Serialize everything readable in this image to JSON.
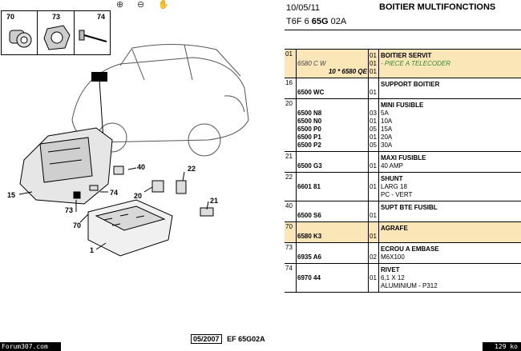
{
  "toolbar": {
    "zoom_in_icon": "magnifier-plus-icon",
    "zoom_out_icon": "magnifier-minus-icon",
    "pan_icon": "pan-hand-icon"
  },
  "inset": {
    "labels": [
      "70",
      "73",
      "74"
    ]
  },
  "callouts": [
    {
      "id": "c40",
      "text": "40"
    },
    {
      "id": "c22",
      "text": "22"
    },
    {
      "id": "c20",
      "text": "20"
    },
    {
      "id": "c15",
      "text": "15"
    },
    {
      "id": "c74",
      "text": "74"
    },
    {
      "id": "c73",
      "text": "73"
    },
    {
      "id": "c70",
      "text": "70"
    },
    {
      "id": "c21",
      "text": "21"
    },
    {
      "id": "c1",
      "text": "1"
    }
  ],
  "footer": {
    "forum": "Forum307.com",
    "date": "05/2007",
    "code": "EF 65G02A",
    "size": "129 ko"
  },
  "header": {
    "date": "10/05/11",
    "title": "BOITIER MULTIFONCTIONS",
    "ref_prefix": "T6F 6",
    "ref_bold": "65G",
    "ref_suffix": "02A"
  },
  "rows": [
    {
      "num": "01",
      "hl": true,
      "lines": [
        {
          "ref": "",
          "qty": "01",
          "desc": "BOITIER SERVIT",
          "style": "b"
        },
        {
          "ref": "6580 C W",
          "refstyle": "it",
          "qty": "01",
          "desc": "- PIECE A TELECODER",
          "style": "g"
        },
        {
          "ref": "10 * 6580 QE",
          "refstyle": "r",
          "qty": "01",
          "desc": "",
          "style": ""
        }
      ]
    },
    {
      "num": "16",
      "hl": false,
      "lines": [
        {
          "ref": "",
          "qty": "",
          "desc": "SUPPORT BOITIER",
          "style": "b"
        },
        {
          "ref": "6500 WC",
          "qty": "01",
          "desc": "",
          "style": ""
        }
      ]
    },
    {
      "num": "20",
      "hl": false,
      "lines": [
        {
          "ref": "",
          "qty": "",
          "desc": "MINI FUSIBLE",
          "style": "b"
        },
        {
          "ref": "6500 N8",
          "qty": "03",
          "desc": "5A",
          "style": ""
        },
        {
          "ref": "6500 N0",
          "qty": "01",
          "desc": "10A",
          "style": ""
        },
        {
          "ref": "6500 P0",
          "qty": "05",
          "desc": "15A",
          "style": ""
        },
        {
          "ref": "6500 P1",
          "qty": "01",
          "desc": "20A",
          "style": ""
        },
        {
          "ref": "6500 P2",
          "qty": "05",
          "desc": "30A",
          "style": ""
        }
      ]
    },
    {
      "num": "21",
      "hl": false,
      "lines": [
        {
          "ref": "",
          "qty": "",
          "desc": "MAXI FUSIBLE",
          "style": "b"
        },
        {
          "ref": "6500 G3",
          "qty": "01",
          "desc": "40 AMP",
          "style": ""
        }
      ]
    },
    {
      "num": "22",
      "hl": false,
      "lines": [
        {
          "ref": "",
          "qty": "",
          "desc": "SHUNT",
          "style": "b"
        },
        {
          "ref": "6601 81",
          "qty": "01",
          "desc": "LARG 18",
          "style": ""
        },
        {
          "ref": "",
          "qty": "",
          "desc": "PC - VERT",
          "style": ""
        }
      ]
    },
    {
      "num": "40",
      "hl": false,
      "lines": [
        {
          "ref": "",
          "qty": "",
          "desc": "SUPT BTE FUSIBL",
          "style": "b"
        },
        {
          "ref": "6500 S6",
          "qty": "01",
          "desc": "",
          "style": ""
        }
      ]
    },
    {
      "num": "70",
      "hl": true,
      "lines": [
        {
          "ref": "",
          "qty": "",
          "desc": "AGRAFE",
          "style": "b"
        },
        {
          "ref": "6580 K3",
          "qty": "01",
          "desc": "",
          "style": ""
        }
      ]
    },
    {
      "num": "73",
      "hl": false,
      "lines": [
        {
          "ref": "",
          "qty": "",
          "desc": "ECROU A EMBASE",
          "style": "b"
        },
        {
          "ref": "6935 A6",
          "qty": "02",
          "desc": "M6X100",
          "style": ""
        }
      ]
    },
    {
      "num": "74",
      "hl": false,
      "lines": [
        {
          "ref": "",
          "qty": "",
          "desc": "RIVET",
          "style": "b"
        },
        {
          "ref": "6970 44",
          "qty": "01",
          "desc": "6,1 X 12",
          "style": ""
        },
        {
          "ref": "",
          "qty": "",
          "desc": "ALUMINIUM - P312",
          "style": ""
        }
      ]
    }
  ]
}
